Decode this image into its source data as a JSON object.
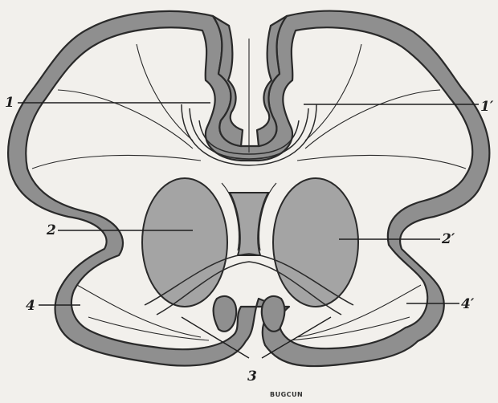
{
  "labels": {
    "l1": "1",
    "l1p": "1′",
    "l2": "2",
    "l2p": "2′",
    "l4": "4",
    "l4p": "4′",
    "l3": "3"
  },
  "engraver_signature": "BUGCUN",
  "colors": {
    "paper": "#f2f0ec",
    "ink": "#2a2a2a",
    "gray_matter": "#8f8f8f",
    "nucleus": "#a4a4a4"
  }
}
